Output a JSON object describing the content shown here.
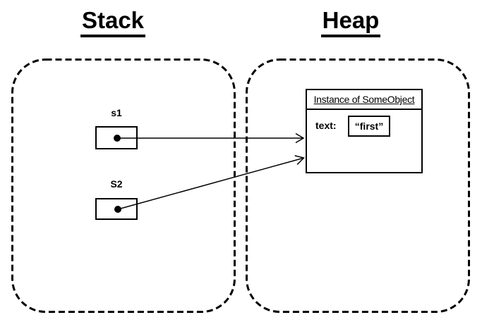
{
  "diagram": {
    "stack": {
      "title": "Stack",
      "variables": [
        {
          "label": "s1"
        },
        {
          "label": "S2"
        }
      ]
    },
    "heap": {
      "title": "Heap",
      "object": {
        "header": "Instance of SomeObject",
        "fields": [
          {
            "name": "text:",
            "value": "“first”"
          }
        ]
      }
    },
    "icons": {
      "pointer_dot": "filled-circle",
      "arrowhead": "open-v-right"
    },
    "colors": {
      "line": "#000000",
      "background": "#ffffff"
    }
  }
}
